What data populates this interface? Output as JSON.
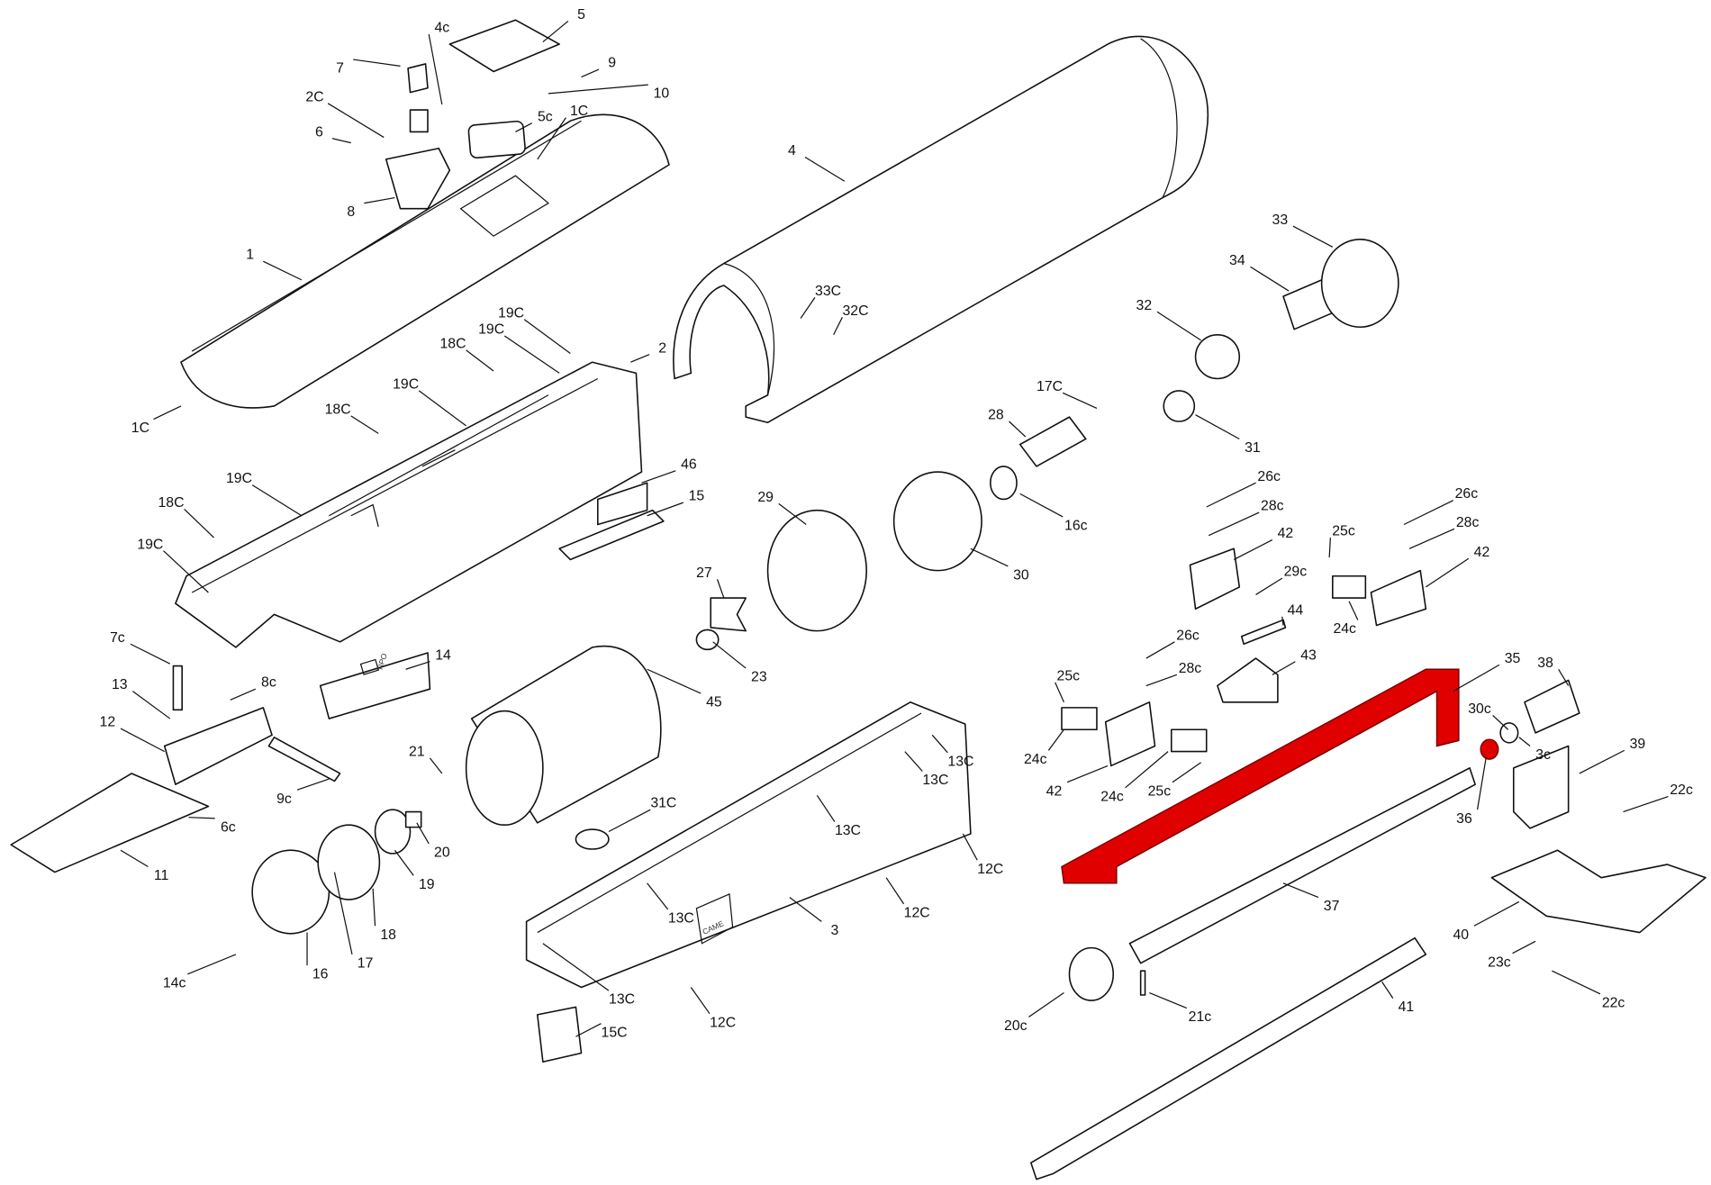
{
  "title": "Exploded parts diagram",
  "highlight": {
    "part": "35",
    "color": "#e00000"
  },
  "labels": [
    "5",
    "4c",
    "7",
    "9",
    "10",
    "2C",
    "1C",
    "5c",
    "6",
    "4",
    "8",
    "33",
    "1",
    "34",
    "33C",
    "32C",
    "32",
    "19C",
    "19C",
    "18C",
    "2",
    "19C",
    "17C",
    "18C",
    "1C",
    "28",
    "31",
    "46",
    "19C",
    "26c",
    "26c",
    "15",
    "29",
    "18C",
    "28c",
    "16c",
    "28c",
    "25c",
    "42",
    "42",
    "19C",
    "30",
    "27",
    "29c",
    "44",
    "24c",
    "26c",
    "7c",
    "38",
    "35",
    "43",
    "14",
    "28c",
    "23",
    "8c",
    "13",
    "25c",
    "45",
    "30c",
    "12",
    "21",
    "3c",
    "13C",
    "39",
    "24c",
    "13C",
    "42",
    "24c",
    "25c",
    "9c",
    "31C",
    "36",
    "22c",
    "6c",
    "13C",
    "20",
    "19",
    "11",
    "12C",
    "12C",
    "37",
    "3",
    "13C",
    "18",
    "40",
    "17",
    "23c",
    "16",
    "14c",
    "13C",
    "22c",
    "12C",
    "21c",
    "20c",
    "15C",
    "41"
  ],
  "part_markings": {
    "part_14": "TIPO",
    "part_3": "CAME"
  }
}
